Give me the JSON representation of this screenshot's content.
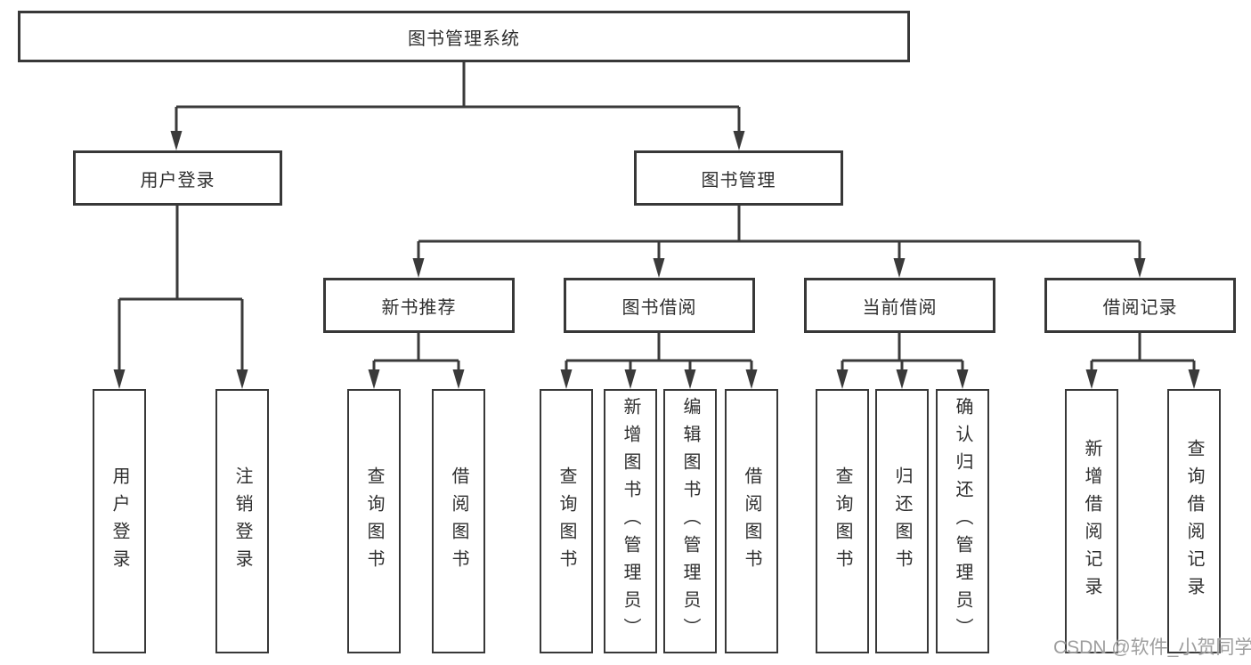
{
  "diagram": {
    "type": "hierarchy-tree",
    "title": "图书管理系统",
    "nodes": {
      "root": {
        "label": "图书管理系统"
      },
      "level2": [
        {
          "id": "user-login",
          "label": "用户登录"
        },
        {
          "id": "book-management",
          "label": "图书管理"
        }
      ],
      "level3": [
        {
          "id": "new-book-recommend",
          "label": "新书推荐",
          "parent": "book-management"
        },
        {
          "id": "book-borrow",
          "label": "图书借阅",
          "parent": "book-management"
        },
        {
          "id": "current-borrow",
          "label": "当前借阅",
          "parent": "book-management"
        },
        {
          "id": "borrow-records",
          "label": "借阅记录",
          "parent": "book-management"
        }
      ],
      "leaves": [
        {
          "id": "leaf-user-login",
          "label": "用户登录",
          "parent": "user-login"
        },
        {
          "id": "leaf-logout-login",
          "label": "注销登录",
          "parent": "user-login"
        },
        {
          "id": "leaf-query-books-recommend",
          "label": "查询图书",
          "parent": "new-book-recommend"
        },
        {
          "id": "leaf-borrow-books-recommend",
          "label": "借阅图书",
          "parent": "new-book-recommend"
        },
        {
          "id": "leaf-query-books-borrow",
          "label": "查询图书",
          "parent": "book-borrow"
        },
        {
          "id": "leaf-add-books-admin",
          "label": "新增图书（管理员）",
          "parent": "book-borrow"
        },
        {
          "id": "leaf-edit-books-admin",
          "label": "编辑图书（管理员）",
          "parent": "book-borrow"
        },
        {
          "id": "leaf-borrow-books-borrow",
          "label": "借阅图书",
          "parent": "book-borrow"
        },
        {
          "id": "leaf-query-books-current",
          "label": "查询图书",
          "parent": "current-borrow"
        },
        {
          "id": "leaf-return-books",
          "label": "归还图书",
          "parent": "current-borrow"
        },
        {
          "id": "leaf-confirm-return-admin",
          "label": "确认归还（管理员）",
          "parent": "current-borrow"
        },
        {
          "id": "leaf-add-borrow-record",
          "label": "新增借阅记录",
          "parent": "borrow-records"
        },
        {
          "id": "leaf-query-borrow-record",
          "label": "查询借阅记录",
          "parent": "borrow-records"
        }
      ]
    }
  },
  "watermark": {
    "text": "CSDN @软件_小贺同学"
  },
  "colors": {
    "line": "#3a3a3a",
    "box_border": "#383838",
    "box_fill": "#ffffff",
    "text": "#2f2f2f",
    "watermark": "#9e9e9e",
    "background": "#ffffff"
  }
}
